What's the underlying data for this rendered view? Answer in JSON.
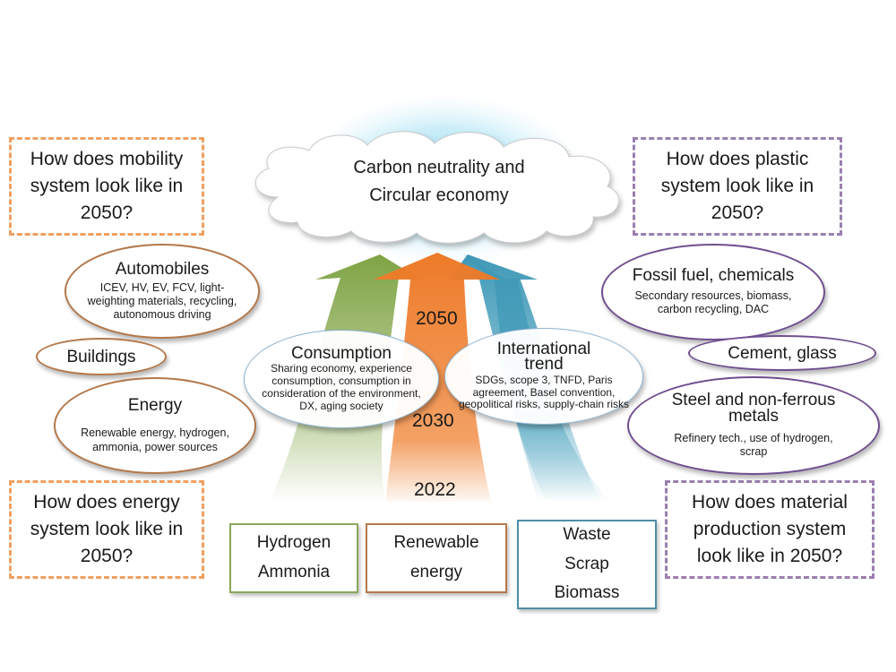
{
  "cloud": {
    "line1": "Carbon neutrality and",
    "line2": "Circular economy"
  },
  "questions": {
    "mobility": "How does mobility system look like in 2050?",
    "plastic": "How does plastic system look like in 2050?",
    "energy": "How does energy system look like in 2050?",
    "material": "How does material production system look like in 2050?"
  },
  "left_items": {
    "automobiles": {
      "title": "Automobiles",
      "desc": "ICEV, HV, EV, FCV, light-weighting materials, recycling, autonomous driving"
    },
    "buildings": {
      "title": "Buildings"
    },
    "energy": {
      "title": "Energy",
      "desc": "Renewable energy, hydrogen, ammonia, power sources"
    }
  },
  "right_items": {
    "fossil": {
      "title": "Fossil fuel, chemicals",
      "desc": "Secondary resources, biomass, carbon recycling, DAC"
    },
    "cement": {
      "title": "Cement, glass"
    },
    "steel": {
      "title": "Steel and non-ferrous metals",
      "desc": "Refinery tech., use of hydrogen, scrap"
    }
  },
  "center": {
    "consumption": {
      "title": "Consumption",
      "desc": "Sharing economy, experience consumption, consumption in consideration of the environment, DX, aging society"
    },
    "international": {
      "title": "International trend",
      "desc": "SDGs, scope 3, TNFD, Paris agreement, Basel convention, geopolitical risks, supply-chain risks"
    }
  },
  "years": {
    "y2050": "2050",
    "y2030": "2030",
    "y2022": "2022"
  },
  "sources": {
    "hydrogen": {
      "line1": "Hydrogen",
      "line2": "Ammonia"
    },
    "renewable": {
      "line1": "Renewable",
      "line2": "energy"
    },
    "waste": {
      "line1": "Waste",
      "line2": "Scrap",
      "line3": "Biomass"
    }
  },
  "colors": {
    "orange_dash": "#f0a060",
    "purple_dash": "#9a7fb0",
    "arrow_green": "#8cad54",
    "arrow_orange": "#ef8131",
    "arrow_blue": "#45a0bd",
    "box_green": "#8aa75a",
    "box_brown": "#b5784a",
    "box_teal": "#4e8fa6"
  }
}
